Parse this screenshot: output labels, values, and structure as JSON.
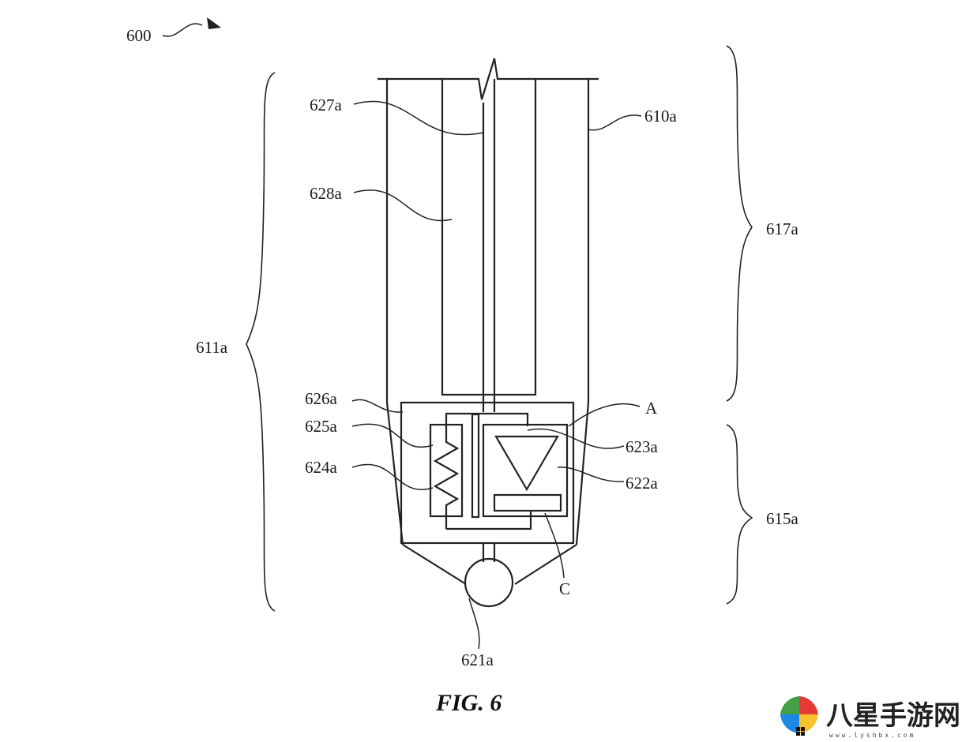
{
  "figure": {
    "caption": "FIG. 6",
    "labels": {
      "l600": "600",
      "l610a": "610a",
      "l627a": "627a",
      "l628a": "628a",
      "l617a": "617a",
      "l611a": "611a",
      "l626a": "626a",
      "l625a": "625a",
      "l624a": "624a",
      "lA": "A",
      "l623a": "623a",
      "l622a": "622a",
      "l615a": "615a",
      "lC": "C",
      "l621a": "621a"
    }
  },
  "watermark": {
    "text": "八星手游网",
    "sub": "www.lyshbx.com",
    "colors": [
      "#e53935",
      "#fbc02d",
      "#43a047",
      "#1e88e5"
    ]
  }
}
